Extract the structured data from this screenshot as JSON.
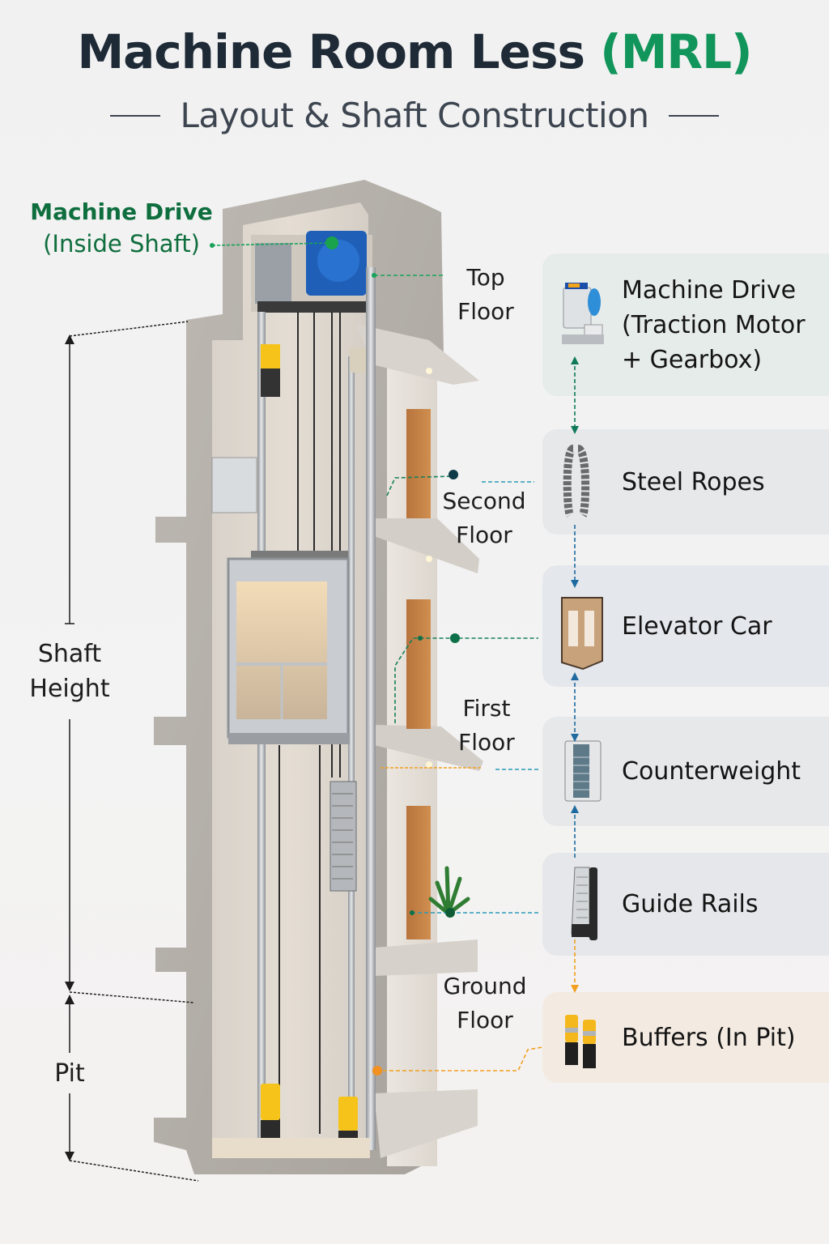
{
  "header": {
    "title_main": "Machine Room Less",
    "title_accent": "(MRL)",
    "subtitle": "Layout & Shaft Construction"
  },
  "callout": {
    "title": "Machine Drive",
    "subtitle": "(Inside Shaft)"
  },
  "floors": [
    {
      "line1": "Top",
      "line2": "Floor"
    },
    {
      "line1": "Second",
      "line2": "Floor"
    },
    {
      "line1": "First",
      "line2": "Floor"
    },
    {
      "line1": "Ground",
      "line2": "Floor"
    }
  ],
  "dimensions": {
    "shaft_height": {
      "line1": "Shaft",
      "line2": "Height"
    },
    "pit": "Pit"
  },
  "components": [
    {
      "icon": "traction-motor-icon",
      "lines": [
        "Machine Drive",
        "(Traction Motor",
        " + Gearbox)"
      ],
      "bg": "#e6ecea"
    },
    {
      "icon": "steel-rope-icon",
      "lines": [
        "Steel Ropes"
      ],
      "bg": "#e6e8ea"
    },
    {
      "icon": "elevator-car-icon",
      "lines": [
        "Elevator Car"
      ],
      "bg": "#e4e7ec"
    },
    {
      "icon": "counterweight-icon",
      "lines": [
        "Counterweight"
      ],
      "bg": "#e6e8ea"
    },
    {
      "icon": "guide-rail-icon",
      "lines": [
        "Guide Rails"
      ],
      "bg": "#e6e7ea"
    },
    {
      "icon": "buffer-icon",
      "lines": [
        "Buffers (In Pit)"
      ],
      "bg": "#f3ebe2"
    }
  ],
  "colors": {
    "accent_green": "#11955a",
    "dark_green": "#0e6e3e",
    "blue_connector": "#1e6aa0",
    "teal_connector": "#2a9ab8",
    "orange_connector": "#f2a020",
    "title_dark": "#1f2a37"
  }
}
